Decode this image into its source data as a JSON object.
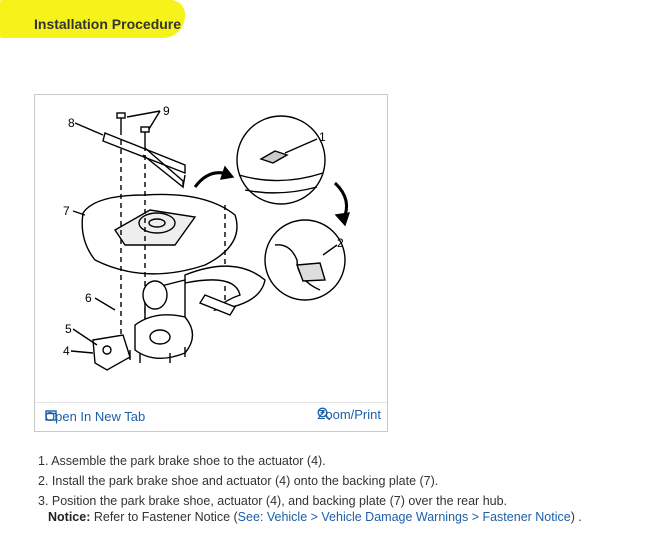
{
  "heading": "Installation Procedure",
  "figure": {
    "callouts": [
      "1",
      "2",
      "4",
      "5",
      "6",
      "7",
      "8",
      "9"
    ],
    "open_tab_label": "Open In New Tab",
    "zoom_label": "Zoom/Print"
  },
  "steps": [
    "1. Assemble the park brake shoe to the actuator (4).",
    "2. Install the park brake shoe and actuator (4) onto the backing plate (7).",
    "3. Position the park brake shoe, actuator (4), and backing plate (7) over the rear hub."
  ],
  "notice": {
    "label": "Notice:",
    "text": " Refer to Fastener Notice (",
    "link": "See: Vehicle > Vehicle Damage Warnings > Fastener Notice",
    "end": ") ."
  },
  "colors": {
    "highlight": "#f5f31a",
    "link": "#1c5fa8"
  }
}
